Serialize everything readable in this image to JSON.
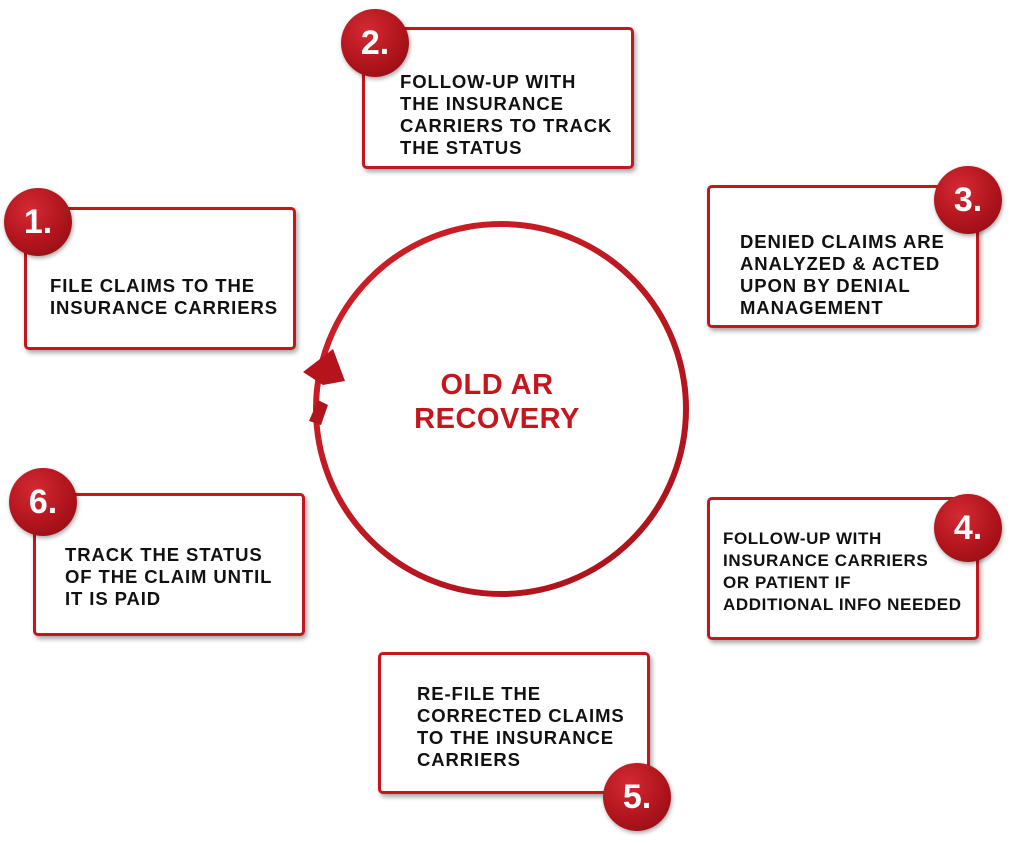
{
  "center": {
    "line1": "OLD AR",
    "line2": "RECOVERY"
  },
  "colors": {
    "accent": "#c4161c",
    "text": "#111111",
    "background": "#ffffff"
  },
  "steps": [
    {
      "number": "1.",
      "text": "FILE CLAIMS TO THE\nINSURANCE CARRIERS"
    },
    {
      "number": "2.",
      "text": "FOLLOW-UP WITH\nTHE INSURANCE\nCARRIERS TO TRACK\nTHE STATUS"
    },
    {
      "number": "3.",
      "text": "DENIED CLAIMS ARE\nANALYZED & ACTED\nUPON BY DENIAL\nMANAGEMENT"
    },
    {
      "number": "4.",
      "text": "FOLLOW-UP WITH\nINSURANCE CARRIERS\nOR PATIENT IF\nADDITIONAL INFO NEEDED"
    },
    {
      "number": "5.",
      "text": "RE-FILE THE\nCORRECTED CLAIMS\nTO THE INSURANCE\nCARRIERS"
    },
    {
      "number": "6.",
      "text": "TRACK THE STATUS\nOF THE CLAIM UNTIL\nIT IS PAID"
    }
  ]
}
